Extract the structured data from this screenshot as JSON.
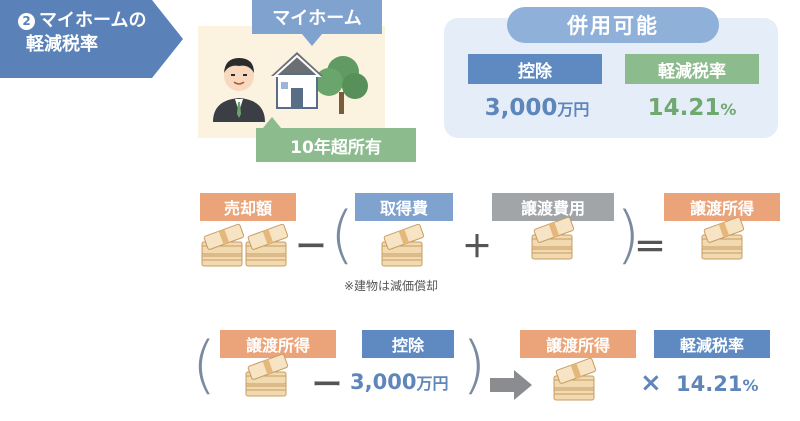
{
  "banner": {
    "number": "2",
    "line1": "マイホームの",
    "line2": "軽減税率"
  },
  "home": {
    "label": "マイホーム",
    "ownership_label": "10年超所有"
  },
  "combo": {
    "title": "併用可能",
    "deduction_label": "控除",
    "deduction_value": "3,000",
    "deduction_unit": "万円",
    "rate_label": "軽減税率",
    "rate_value": "14.21",
    "rate_unit": "%"
  },
  "formula1": {
    "sale_label": "売却額",
    "acq_label": "取得費",
    "transfer_cost_label": "譲渡費用",
    "income_label": "譲渡所得",
    "minus": "ー",
    "plus": "＋",
    "equals": "＝",
    "note": "※建物は減価償却"
  },
  "formula2": {
    "income_label": "譲渡所得",
    "deduction_label": "控除",
    "deduction_value": "3,000",
    "deduction_unit": "万円",
    "minus": "ー",
    "result_label": "譲渡所得",
    "rate_label": "軽減税率",
    "times": "×",
    "rate_value": "14.21",
    "rate_unit": "%"
  },
  "colors": {
    "banner": "#5b82b8",
    "home_bg": "#fbf2df",
    "combo_bg": "#e4edf8",
    "tag_blue": "#7fa2cf",
    "tag_green": "#8cbb8e",
    "tag_orange": "#eba47a",
    "tag_gray": "#a2a5a8",
    "money": "#d8b07a"
  },
  "icons": {
    "money": "money-stack-icon",
    "person": "person-icon",
    "house": "house-icon",
    "arrow": "right-arrow-icon"
  }
}
